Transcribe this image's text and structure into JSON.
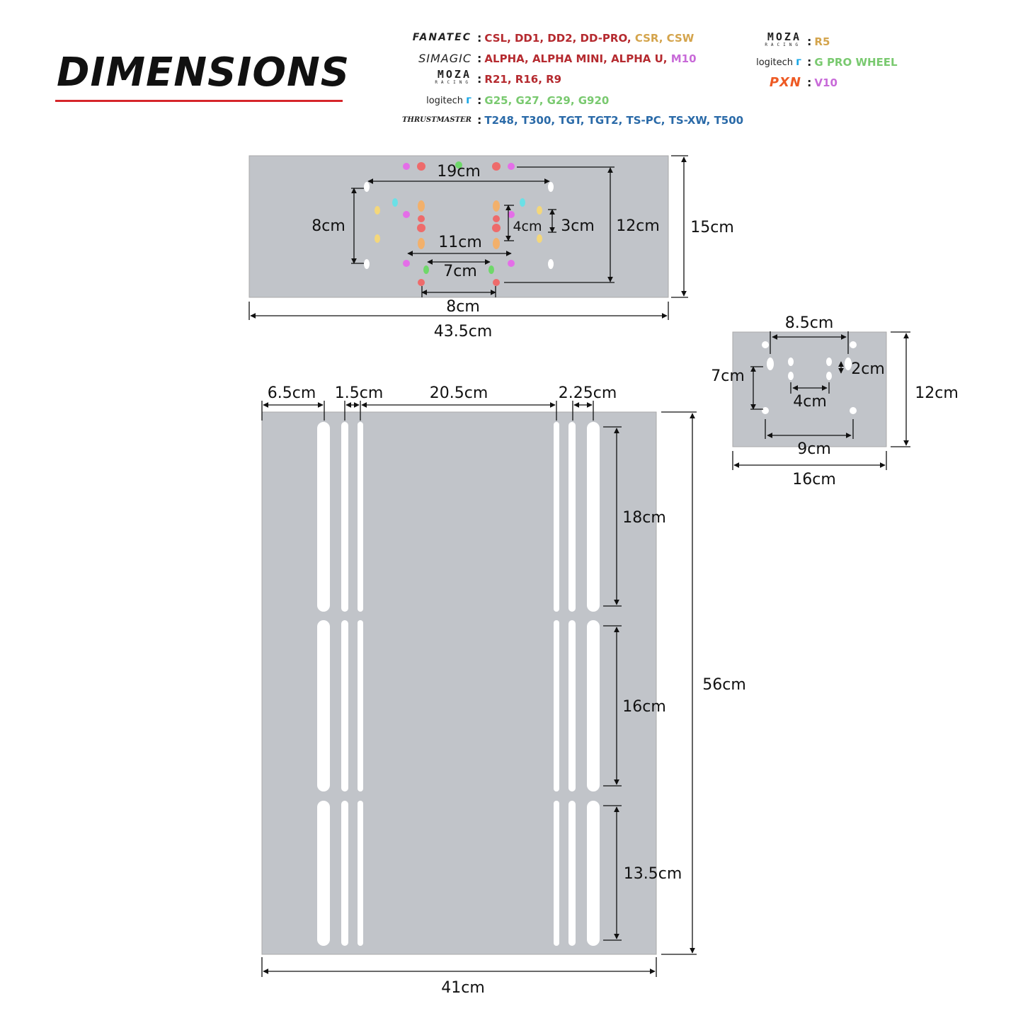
{
  "title": "DIMENSIONS",
  "colors": {
    "accent": "#d6262a",
    "plate": "#c1c4c9",
    "hole": "#ffffff"
  },
  "legend": [
    {
      "brand": "FANATEC",
      "models": [
        {
          "text": "CSL",
          "color": "#b52a2f"
        },
        {
          "text": "DD1",
          "color": "#b52a2f"
        },
        {
          "text": "DD2",
          "color": "#b52a2f"
        },
        {
          "text": "DD-PRO",
          "color": "#b52a2f"
        },
        {
          "text": "CSR",
          "color": "#d4a44c"
        },
        {
          "text": "CSW",
          "color": "#d4a44c"
        }
      ]
    },
    {
      "brand": "SIMAGIC",
      "models": [
        {
          "text": "ALPHA",
          "color": "#b52a2f"
        },
        {
          "text": "ALPHA MINI",
          "color": "#b52a2f"
        },
        {
          "text": "ALPHA U",
          "color": "#b52a2f"
        },
        {
          "text": "M10",
          "color": "#c86ad8"
        }
      ]
    },
    {
      "brand": "MOZA",
      "brand_sub": "RACING",
      "models": [
        {
          "text": "R21",
          "color": "#b52a2f"
        },
        {
          "text": "R16",
          "color": "#b52a2f"
        },
        {
          "text": "R9",
          "color": "#b52a2f"
        }
      ]
    },
    {
      "brand": "logitech",
      "models": [
        {
          "text": "G25",
          "color": "#79c96f"
        },
        {
          "text": "G27",
          "color": "#79c96f"
        },
        {
          "text": "G29",
          "color": "#79c96f"
        },
        {
          "text": "G920",
          "color": "#79c96f"
        }
      ]
    },
    {
      "brand": "THRUSTMASTER",
      "models": [
        {
          "text": "T248",
          "color": "#2a6aa8"
        },
        {
          "text": "T300",
          "color": "#2a6aa8"
        },
        {
          "text": "TGT",
          "color": "#2a6aa8"
        },
        {
          "text": "TGT2",
          "color": "#2a6aa8"
        },
        {
          "text": "TS-PC",
          "color": "#2a6aa8"
        },
        {
          "text": "TS-XW",
          "color": "#2a6aa8"
        },
        {
          "text": "T500",
          "color": "#2a6aa8"
        }
      ]
    },
    {
      "brand": "MOZA",
      "brand_sub": "RACING",
      "models": [
        {
          "text": "R5",
          "color": "#d4a44c"
        }
      ]
    },
    {
      "brand": "logitech",
      "models": [
        {
          "text": "G PRO WHEEL",
          "color": "#79c96f"
        }
      ]
    },
    {
      "brand": "PXN",
      "models": [
        {
          "text": "V10",
          "color": "#c86ad8"
        }
      ]
    }
  ],
  "wheel_plate": {
    "width_label": "43.5cm",
    "height_label": "15cm",
    "labels": {
      "d19": "19cm",
      "d8v": "8cm",
      "d11": "11cm",
      "d4": "4cm",
      "d3": "3cm",
      "d12": "12cm",
      "d7": "7cm",
      "d8h": "8cm"
    }
  },
  "small_plate": {
    "width_label": "16cm",
    "height_label": "12cm",
    "labels": {
      "d85": "8.5cm",
      "d7": "7cm",
      "d2": "2cm",
      "d4": "4cm",
      "d9": "9cm"
    }
  },
  "base_plate": {
    "width_label": "41cm",
    "height_label": "56cm",
    "top_labels": {
      "a": "6.5cm",
      "b": "1.5cm",
      "c": "20.5cm",
      "d": "2.25cm"
    },
    "slot_labels": {
      "s1": "18cm",
      "s2": "16cm",
      "s3": "13.5cm"
    }
  }
}
